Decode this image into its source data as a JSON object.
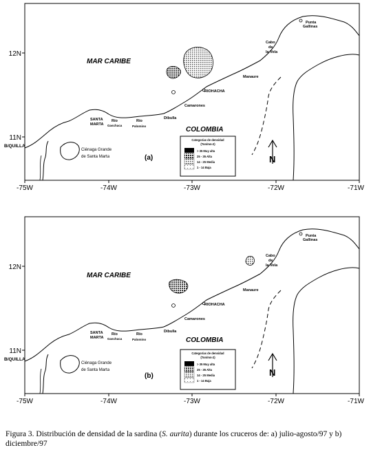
{
  "axes": {
    "x_ticks": [
      "-75W",
      "-74W",
      "-73W",
      "-72W",
      "-71W"
    ],
    "y_ticks": [
      "12N",
      "11N"
    ]
  },
  "labels": {
    "sea": "MAR CARIBE",
    "country": "COLOMBIA",
    "point_gallinas_1": "Punta",
    "point_gallinas_2": "Gallinas",
    "cabo_vela_1": "Cabo",
    "cabo_vela_2": "de",
    "cabo_vela_3": "la Vela",
    "manaure": "Manaure",
    "riohacha": "RIOHACHA",
    "camarones": "Camarones",
    "dibulla": "Dibulla",
    "santa_marta_1": "SANTA",
    "santa_marta_2": "MARTA",
    "rio_gaira_1": "Río",
    "rio_gaira_2": "Gaschaca",
    "rio_palomino_1": "Río",
    "rio_palomino_2": "Palomino",
    "barranquilla": "B/QUILLA",
    "cienaga_1": "Ciénaga Grande",
    "cienaga_2": "de Santa Marta"
  },
  "legend": {
    "title_1": "Categorías de densidad",
    "title_2": "(Ton/mn-2)",
    "items": [
      ">  35 Muy alta",
      "25 - 35 Alta",
      "14 - 25 Media",
      "1 - 14 Baja"
    ]
  },
  "panels": [
    {
      "id": "a",
      "label": "(a)"
    },
    {
      "id": "b",
      "label": "(b)"
    }
  ],
  "north_label": "N",
  "caption": {
    "prefix": "Figura 3. Distribución de densidad de la sardina (",
    "species": "S. aurita",
    "suffix": ") durante los cruceros de: a) julio-agosto/97 y b) diciembre/97"
  }
}
